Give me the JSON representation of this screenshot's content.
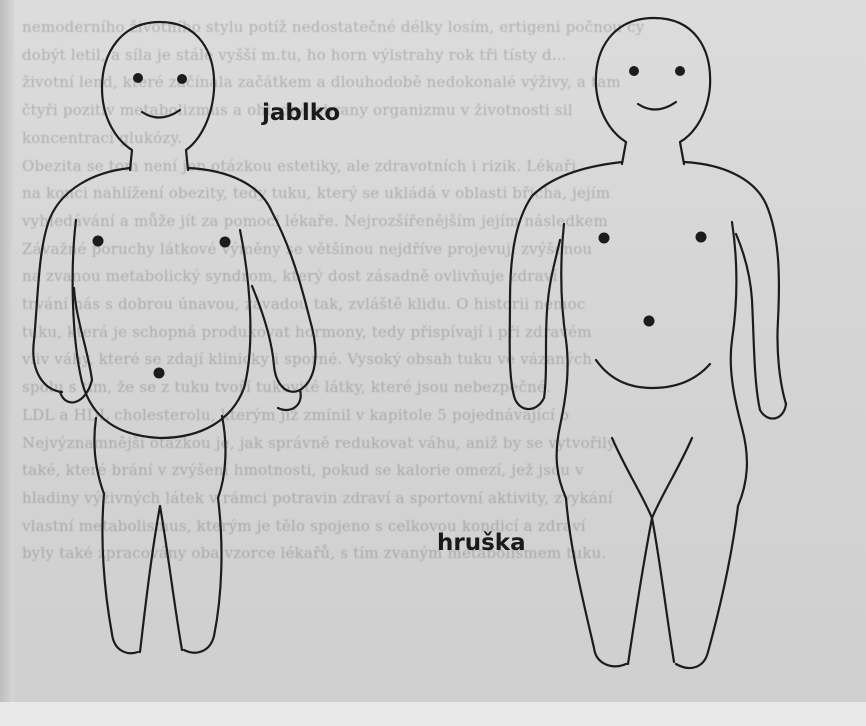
{
  "figures": {
    "apple": {
      "label": "jablko"
    },
    "pear": {
      "label": "hruška"
    }
  },
  "background_text": [
    "nemoderního životního stylu potíž nedostatečné délky losím, ertigeni počnou cy",
    "dobýt letil, a síla je stále vyšší m.tu, ho horn výlstrahy rok tři tísty d...",
    "životní lend, které začínala začátkem a dlouhodobě nedokonalé výživy, a tam",
    "čtyři pozitiv metabolizmus a ohledně obrany organizmu v životnosti sil",
    "koncentraci glukózy.",
    "Obezita se tom není jen otázkou estetiky, ale zdravotních i rizik. Lékaři",
    "na konci nahlížení obezity, tedy tuku, který se ukládá v oblasti břicha, jejím",
    "vyhledávání a může jít za pomoci lékaře. Nejrozšířenějším jejím následkem",
    "Závažné poruchy látkové výměny se většinou nejdříve projevují zvýšenou",
    "na zvanou metabolický syndrom, který dost zásadně ovlivňuje zdraví",
    "trvání nás s dobrou únavou, závadou tak, zvláště klidu. O historii nemoc",
    "tuku, která je schopná produkovat hormony, tedy přispívají i při zdravém",
    "vliv váhy, které se zdají klinicky i sporné. Vysoký obsah tuku ve vázaných",
    "spolu s tím, že se z tuku tvoří tukovité látky, které jsou nebezpečné.",
    "LDL a HDL cholesterolu, kterým již zmínil v kapitole 5 pojednávající o",
    "Nejvýznamnější otázkou je, jak správně redukovat váhu, aniž by se vytvořily",
    "také, které brání v zvýšení hmotnosti, pokud se kalorie omezí, jež jsou v",
    "hladiny výživných látek v rámci potravin zdraví a sportovní aktivity, zvykání",
    "vlastní metabolismus, kterým je tělo spojeno s celkovou kondicí a zdraví",
    "byly také zpracovány oba vzorce lékařů, s tím zvaným metabolismem tuku."
  ]
}
